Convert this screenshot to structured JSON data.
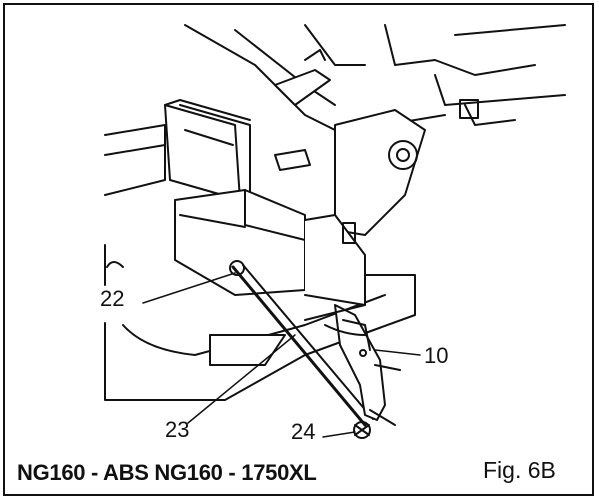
{
  "figure": {
    "label": "Fig.  6B",
    "caption": "NG160 - ABS NG160 - 1750XL"
  },
  "callouts": [
    {
      "id": "22",
      "text": "22"
    },
    {
      "id": "23",
      "text": "23"
    },
    {
      "id": "10",
      "text": "10"
    },
    {
      "id": "24",
      "text": "24"
    }
  ],
  "colors": {
    "ink": "#111111",
    "paper": "#ffffff",
    "shade": "#d8d8d8"
  }
}
